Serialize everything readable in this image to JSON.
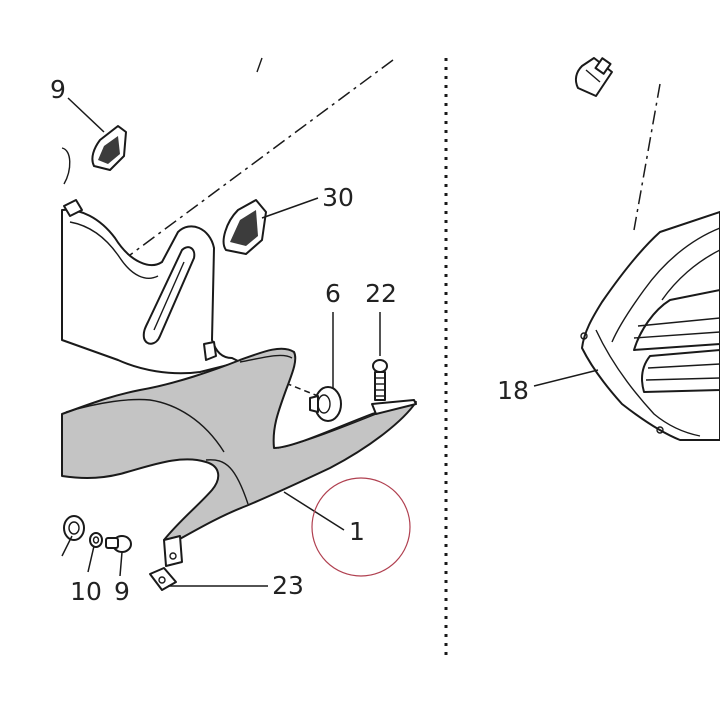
{
  "callouts": {
    "c9_top": "9",
    "c30": "30",
    "c6": "6",
    "c22": "22",
    "c18": "18",
    "c1": "1",
    "c10": "10",
    "c9_bottom": "9",
    "c23": "23"
  },
  "colors": {
    "part_fill": "#c4c4c4",
    "line": "#1a1a1a",
    "highlight_circle": "#b04050",
    "background": "#ffffff"
  }
}
